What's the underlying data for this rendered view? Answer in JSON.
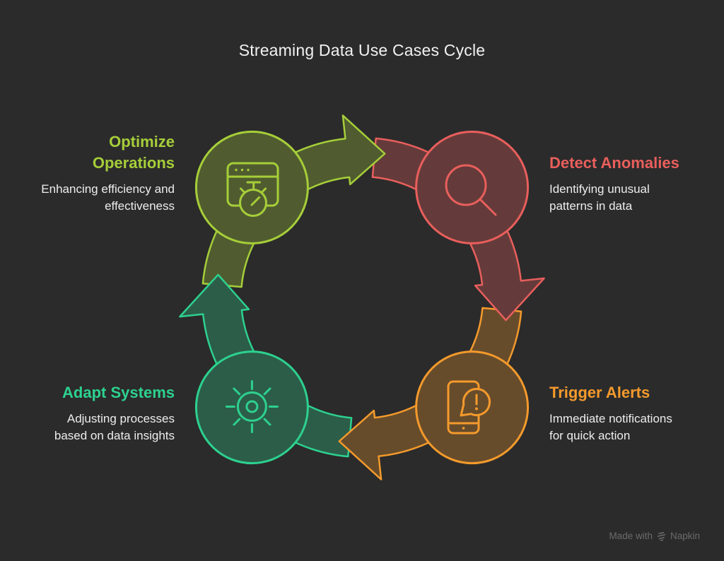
{
  "title": "Streaming Data Use Cases Cycle",
  "background_color": "#2b2b2b",
  "title_color": "#f2f2f2",
  "nodes": [
    {
      "id": "optimize-operations",
      "title": "Optimize Operations",
      "description": "Enhancing efficiency and effectiveness",
      "color": "#a6ce39",
      "fill_color": "#505c2f",
      "icon": "browser-timer-icon",
      "position": "top-left"
    },
    {
      "id": "detect-anomalies",
      "title": "Detect Anomalies",
      "description": "Identifying unusual patterns in data",
      "color": "#e95f5c",
      "fill_color": "#643b3a",
      "icon": "magnifier-icon",
      "position": "top-right"
    },
    {
      "id": "trigger-alerts",
      "title": "Trigger Alerts",
      "description": "Immediate notifications for quick action",
      "color": "#f49a2c",
      "fill_color": "#674c2b",
      "icon": "phone-alert-icon",
      "position": "bottom-right"
    },
    {
      "id": "adapt-systems",
      "title": "Adapt Systems",
      "description": "Adjusting processes based on data insights",
      "color": "#2dd18f",
      "fill_color": "#2c5d49",
      "icon": "sun-gear-icon",
      "position": "bottom-left"
    }
  ],
  "cycle_order": [
    "optimize-operations",
    "detect-anomalies",
    "trigger-alerts",
    "adapt-systems"
  ],
  "watermark": {
    "prefix": "Made with",
    "brand": "Napkin"
  }
}
